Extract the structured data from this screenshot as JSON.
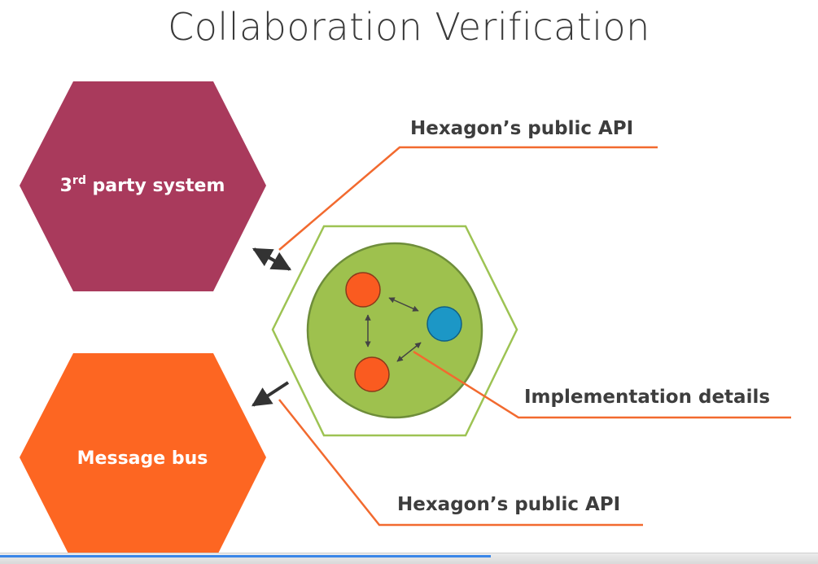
{
  "title": "Collaboration Verification",
  "hexagons": {
    "third_party": {
      "label_prefix": "3",
      "label_sup": "rd",
      "label_rest": " party system",
      "color": "#a93a5c"
    },
    "message_bus": {
      "label": "Message bus",
      "color": "#fd6622"
    },
    "core": {
      "outline_color": "#9dc353",
      "circle_fill": "#9ec14e",
      "circle_stroke": "#6e8d3a"
    }
  },
  "components": {
    "orange_color": "#fa5b20",
    "blue_color": "#1c97c6"
  },
  "callouts": {
    "api_top": "Hexagon’s public API",
    "implementation": "Implementation details",
    "api_bottom": "Hexagon’s public API",
    "line_color": "#f26a2f"
  },
  "progress": {
    "fraction": 0.6
  }
}
